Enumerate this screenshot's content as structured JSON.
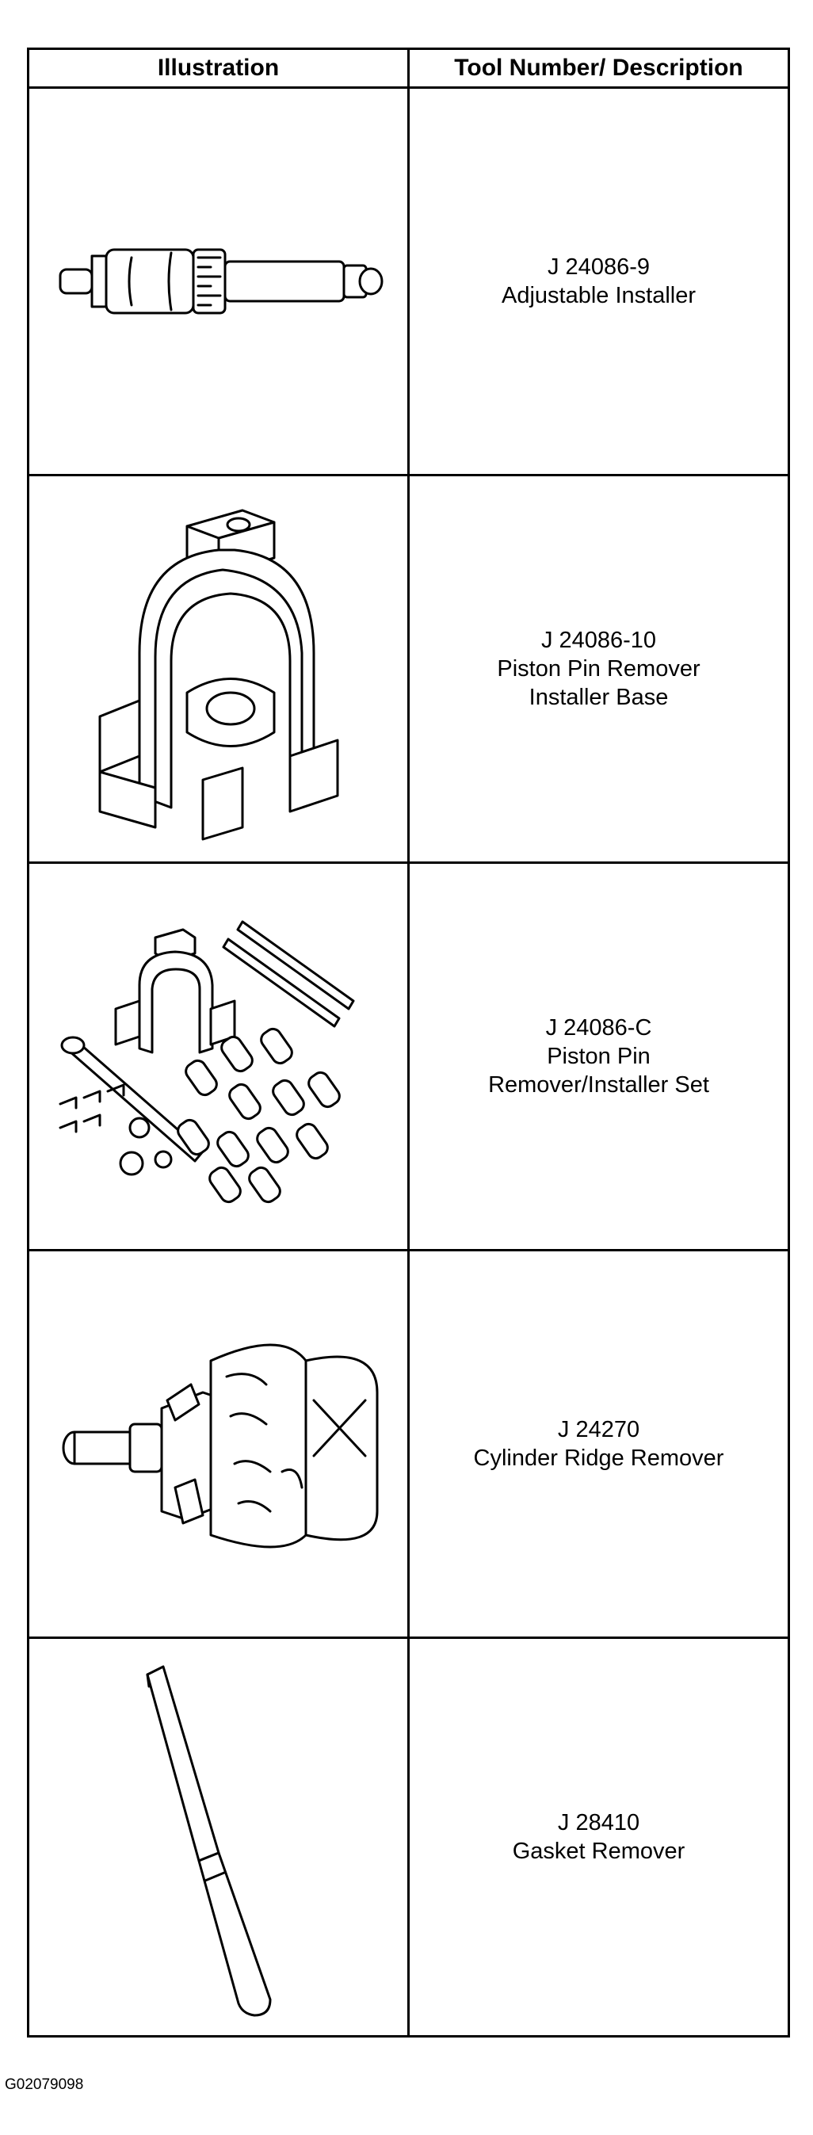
{
  "table": {
    "headers": {
      "illustration": "Illustration",
      "description": "Tool Number/ Description"
    },
    "rows": [
      {
        "icon": "adjustable-installer-illustration",
        "tool_number": "J 24086-9",
        "desc_lines": [
          "Adjustable Installer"
        ]
      },
      {
        "icon": "piston-pin-remover-installer-base-illustration",
        "tool_number": "J 24086-10",
        "desc_lines": [
          "Piston Pin Remover",
          "Installer Base"
        ]
      },
      {
        "icon": "piston-pin-remover-installer-set-illustration",
        "tool_number": "J 24086-C",
        "desc_lines": [
          "Piston Pin",
          "Remover/Installer Set"
        ]
      },
      {
        "icon": "cylinder-ridge-remover-illustration",
        "tool_number": "J 24270",
        "desc_lines": [
          "Cylinder Ridge Remover"
        ]
      },
      {
        "icon": "gasket-remover-illustration",
        "tool_number": "J 28410",
        "desc_lines": [
          "Gasket Remover"
        ]
      }
    ]
  },
  "footer": {
    "figure_id": "G02079098"
  }
}
